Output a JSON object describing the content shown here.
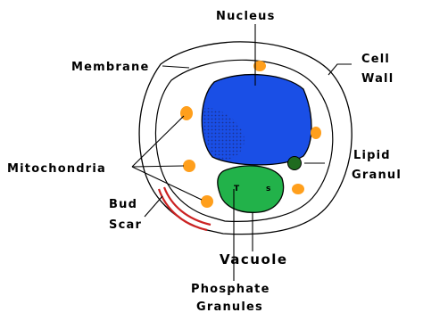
{
  "diagram": {
    "labels": {
      "nucleus": "Nucleus",
      "membrane": "Membrane",
      "cell_wall_1": "Cell",
      "cell_wall_2": "Wall",
      "mitochondria": "Mitochondria",
      "lipid_1": "Lipid",
      "lipid_2": "Granul",
      "bud_scar_1": "Bud",
      "bud_scar_2": "Scar",
      "vacuole": "Vacuole",
      "phosphate_1": "Phosphate",
      "phosphate_2": "Granules"
    },
    "colors": {
      "nucleus": "#1a4fe6",
      "nucleus_dots": "#1a2f8a",
      "vacuole": "#22b24a",
      "lipid": "#1f6b1f",
      "mitochondria": "#ff9f1c",
      "bud_scar": "#cc2222",
      "outline": "#000000"
    }
  }
}
